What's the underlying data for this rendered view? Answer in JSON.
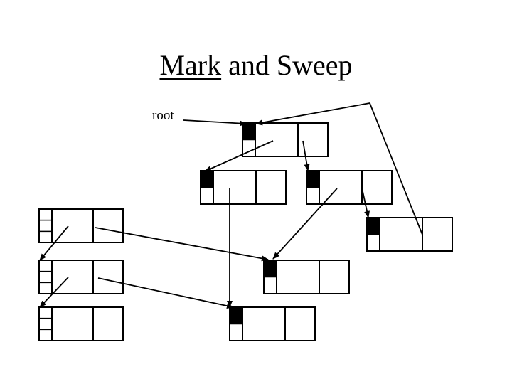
{
  "title": {
    "underlined": "Mark",
    "rest": " and Sweep"
  },
  "root_label": "root",
  "colors": {
    "ink": "#000000",
    "background": "#ffffff",
    "mark": "#000000"
  },
  "nodes": [
    {
      "id": "n1",
      "marked": true
    },
    {
      "id": "n2",
      "marked": true
    },
    {
      "id": "n3",
      "marked": true
    },
    {
      "id": "n4",
      "marked": true
    },
    {
      "id": "n5",
      "marked": true
    },
    {
      "id": "n6",
      "marked": true
    },
    {
      "id": "g1",
      "marked": false
    },
    {
      "id": "g2",
      "marked": false
    },
    {
      "id": "g3",
      "marked": false
    }
  ],
  "edges": [
    {
      "from": "root",
      "to": "n1"
    },
    {
      "from": "n1",
      "to": "n2"
    },
    {
      "from": "n1",
      "to": "n3"
    },
    {
      "from": "n3",
      "to": "n4"
    },
    {
      "from": "n3",
      "to": "n5"
    },
    {
      "from": "n2",
      "to": "n6"
    },
    {
      "from": "n5",
      "to": "n1"
    },
    {
      "from": "g1",
      "to": "g2"
    },
    {
      "from": "g1",
      "to": "n4"
    },
    {
      "from": "g2",
      "to": "g3"
    },
    {
      "from": "g2",
      "to": "n6"
    }
  ]
}
